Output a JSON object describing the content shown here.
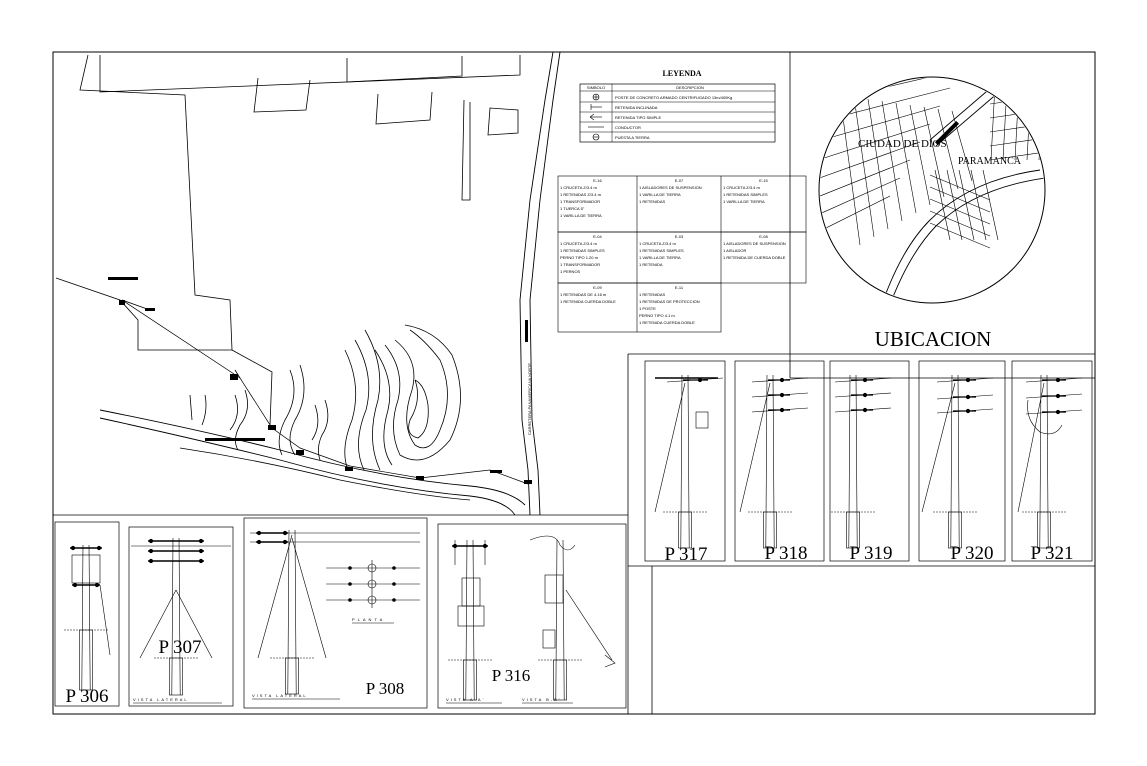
{
  "legend": {
    "title": "LEYENDA",
    "col_symbol": "SIMBOLO",
    "col_desc": "DESCRIPCION",
    "rows": [
      "POSTE DE CONCRETO ARMADO CENTRIFUGADO 13m/400Kg",
      "RETENIDA INCLINADA",
      "RETENIDA TIPO SIMPLE",
      "CONDUCTOR",
      "PUESTA A TIERRA"
    ]
  },
  "spec_table": [
    {
      "head": "E-16",
      "lines": [
        "1 CRUCETA  Z/3.4 m",
        "1 RETENIDAS  Z/3.4 m",
        "1 TRANSFORMADOR",
        "1 TUERCA 5\"",
        "1 VARILLA DE TIERRA"
      ]
    },
    {
      "head": "E-07",
      "lines": [
        "1 AISLADORES DE SUSPENSION",
        "1 VARILLA DE TIERRA",
        "1 RETENIDAS"
      ]
    },
    {
      "head": "E-15",
      "lines": [
        "1 CRUCETA  Z/3.4 m",
        "1 RETENIDAS SIMPLES",
        "1 VARILLA DE TIERRA"
      ]
    },
    {
      "head": "E-04",
      "lines": [
        "1 CRUCETA  Z/3.4 m",
        "1 RETENIDAS SIMPLES",
        "PERNO TIPO 1.20 m",
        "1 TRANSFORMADOR",
        "1 PERNOS"
      ]
    },
    {
      "head": "E-03",
      "lines": [
        "1 CRUCETA  Z/3.4 m",
        "1 RETENIDAS SIMPLES",
        "1 VARILLA DE TIERRA",
        "1 RETENIDA"
      ]
    },
    {
      "head": "E-08",
      "lines": [
        "1 AISLADORES DE SUSPENSION",
        "1 AISLADOR",
        "1 RETENIDA DE CUERDA DOBLE"
      ]
    },
    {
      "head": "E-09",
      "lines": [
        "1 RETENIDAS DE 4.16 m",
        "1 RETENIDA CUERDA DOBLE"
      ]
    },
    {
      "head": "E-11",
      "lines": [
        "1 RETENIDAS",
        "1 RETENIDAS DE PROTECCION",
        "1 POSTE",
        "PERNO TIPO 4.1 m",
        "1 RETENIDA CUERDA DOBLE"
      ]
    }
  ],
  "location": {
    "title": "UBICACION",
    "city_label": "CIUDAD DE DIOS",
    "district_label": "PARAMANCA"
  },
  "road_label": "CARRETERA PANAMERICANA NORTE",
  "poles": {
    "p306": "P 306",
    "p307": "P 307",
    "p308": "P 308",
    "p316": "P 316",
    "p317": "P 317",
    "p318": "P 318",
    "p319": "P 319",
    "p320": "P 320",
    "p321": "P 321"
  },
  "view_labels": {
    "lateral_1": "VISTA LATERAL",
    "lateral_2": "VISTA LATERAL",
    "planta": "PLANTA",
    "vista_aa": "VISTA A-A'",
    "vista_bb": "VISTA B-B'"
  }
}
